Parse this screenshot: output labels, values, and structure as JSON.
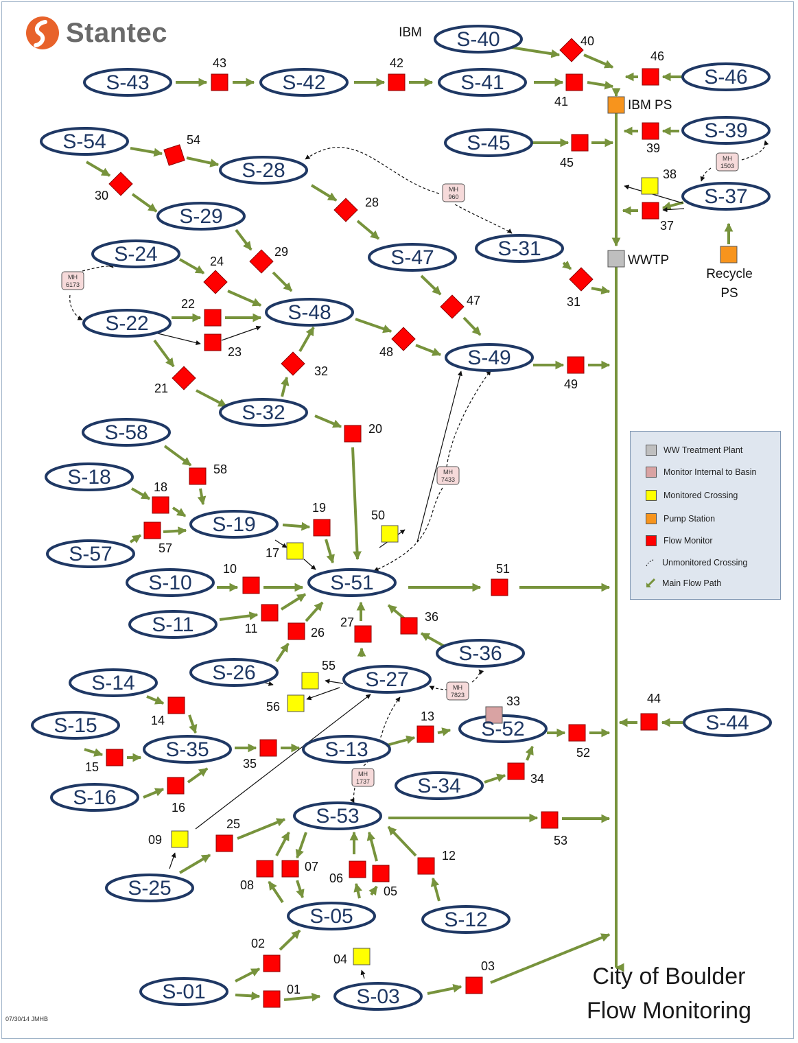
{
  "brand": {
    "name": "Stantec",
    "logo_color": "#e8622a"
  },
  "title": {
    "line1": "City of Boulder",
    "line2": "Flow Monitoring"
  },
  "date_stamp": "07/30/14 JMHB",
  "colors": {
    "flow_monitor": "#ff0000",
    "monitored_crossing": "#ffff00",
    "pump_station": "#f7941d",
    "treatment_plant": "#bfbfbf",
    "internal_monitor": "#d9a3a3",
    "main_flow": "#77933c",
    "basin_outline": "#1f3864"
  },
  "legend": {
    "items": [
      {
        "label": "WW Treatment Plant",
        "kind": "treatment_plant"
      },
      {
        "label": "Monitor Internal to Basin",
        "kind": "internal_monitor"
      },
      {
        "label": "Monitored Crossing",
        "kind": "monitored_crossing"
      },
      {
        "label": "Pump Station",
        "kind": "pump_station"
      },
      {
        "label": "Flow Monitor",
        "kind": "flow_monitor"
      },
      {
        "label": "Unmonitored Crossing",
        "kind": "unmonitored"
      },
      {
        "label": "Main Flow Path",
        "kind": "main_flow"
      }
    ]
  },
  "labels": {
    "ibm": "IBM",
    "ibm_ps": "IBM PS",
    "wwtp": "WWTP",
    "recycle_ps": "Recycle PS"
  },
  "basins": [
    "S-40",
    "S-43",
    "S-42",
    "S-41",
    "S-46",
    "S-54",
    "S-28",
    "S-45",
    "S-39",
    "S-37",
    "S-29",
    "S-24",
    "S-47",
    "S-31",
    "S-22",
    "S-48",
    "S-49",
    "S-32",
    "S-58",
    "S-18",
    "S-19",
    "S-57",
    "S-10",
    "S-51",
    "S-11",
    "S-36",
    "S-14",
    "S-26",
    "S-27",
    "S-15",
    "S-35",
    "S-13",
    "S-52",
    "S-44",
    "S-16",
    "S-34",
    "S-53",
    "S-25",
    "S-05",
    "S-12",
    "S-01",
    "S-03"
  ],
  "flow_monitors": [
    "40",
    "46",
    "43",
    "42",
    "41",
    "54",
    "39",
    "45",
    "30",
    "28",
    "37",
    "29",
    "24",
    "31",
    "47",
    "22",
    "23",
    "48",
    "49",
    "32",
    "21",
    "20",
    "58",
    "18",
    "19",
    "57",
    "10",
    "51",
    "11",
    "26",
    "27",
    "36",
    "14",
    "13",
    "35",
    "52",
    "44",
    "15",
    "16",
    "34",
    "25",
    "53",
    "07",
    "08",
    "06",
    "05",
    "12",
    "02",
    "01",
    "03"
  ],
  "monitored_crossings": [
    "38",
    "50",
    "17",
    "55",
    "56",
    "09",
    "04"
  ],
  "internal_monitors": [
    "33"
  ],
  "manholes": [
    "MH 1503",
    "MH 960",
    "MH 6173",
    "MH 7433",
    "MH 7823",
    "MH 1737"
  ]
}
